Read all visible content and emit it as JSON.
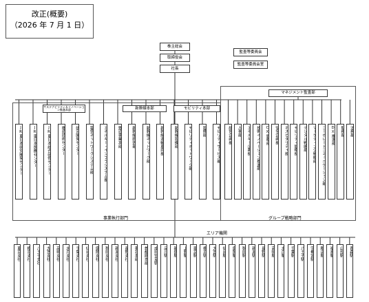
{
  "header": {
    "title": "改正(概要)",
    "date": "（2026 年 7 月 1 日）"
  },
  "top": {
    "shareholders": "株主総会",
    "board": "取締役会",
    "president": "社長",
    "audit_committee": "監査等委員会",
    "audit_committee_office": "監査等委員会室"
  },
  "management_audit": "マネジメント監査部",
  "business_exec": {
    "label": "事業執行部門",
    "subgroups": {
      "rd": "サステナビリティ＆イノベーション推進本部",
      "shinkansen": "新幹線本部",
      "mobility": "モビリティ本部"
    },
    "units": [
      "JR東日本研究開発センター",
      "JR東日本医療センター",
      "JR東日本総合研修センター",
      "構造技術センター",
      "研究開発センター",
      "電気ネットワークシステム部",
      "エネルギー・インフラシステム部",
      "鉄道事業本部",
      "新幹線統括部",
      "新幹線ネットワーク部",
      "新幹線運輸車両部",
      "新幹線設備部",
      "モビリティネットワーク部",
      "設備部",
      "モビリティサービス部"
    ]
  },
  "group_strategy": {
    "label": "グループ戦略部門",
    "units": [
      "経営企画部",
      "人事部",
      "エネルギー企画部",
      "技術イノベーション推進部",
      "CX戦略部",
      "安全企画部",
      "ホスピタリティ部",
      "モビリティ戦略部",
      "デジタル戦略部",
      "マーケティング戦略部",
      "コーポレートコミュニケーション部",
      "DX推進部",
      "財務部",
      "法務部"
    ]
  },
  "area": {
    "label": "エリア機関",
    "units": [
      "東京支社",
      "横浜支社",
      "八王子支社",
      "大宮支社",
      "高崎支社",
      "水戸支社",
      "千葉支社",
      "仙台支社",
      "盛岡支社",
      "秋田支社",
      "新潟支社",
      "長野支社",
      "東北本部",
      "首都圏本部",
      "成田空港駅",
      "品川駅",
      "新宿駅",
      "上野駅",
      "東京駅",
      "横浜駅",
      "大宮駅",
      "仙台駅",
      "盛岡駅",
      "秋田駅",
      "新潟駅",
      "長野駅",
      "高崎駅",
      "水戸駅",
      "千葉駅",
      "八王子駅",
      "宇都宮駅",
      "郡山駅",
      "福島駅",
      "山形駅",
      "青森駅"
    ]
  }
}
